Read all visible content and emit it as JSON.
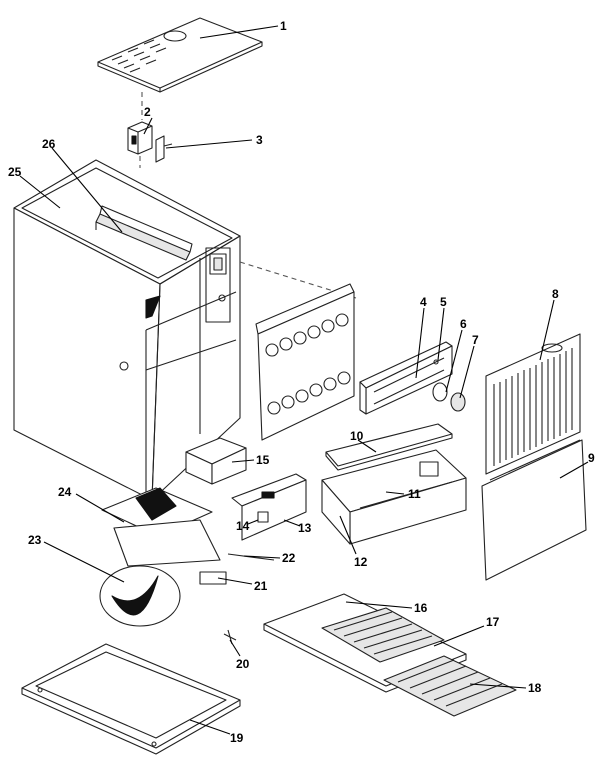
{
  "diagram": {
    "callouts": [
      {
        "id": "1",
        "text": "1"
      },
      {
        "id": "2",
        "text": "2"
      },
      {
        "id": "3",
        "text": "3"
      },
      {
        "id": "4",
        "text": "4"
      },
      {
        "id": "5",
        "text": "5"
      },
      {
        "id": "6",
        "text": "6"
      },
      {
        "id": "7",
        "text": "7"
      },
      {
        "id": "8",
        "text": "8"
      },
      {
        "id": "9",
        "text": "9"
      },
      {
        "id": "10",
        "text": "10"
      },
      {
        "id": "11",
        "text": "11"
      },
      {
        "id": "12",
        "text": "12"
      },
      {
        "id": "13",
        "text": "13"
      },
      {
        "id": "14",
        "text": "14"
      },
      {
        "id": "15",
        "text": "15"
      },
      {
        "id": "16",
        "text": "16"
      },
      {
        "id": "17",
        "text": "17"
      },
      {
        "id": "18",
        "text": "18"
      },
      {
        "id": "19",
        "text": "19"
      },
      {
        "id": "20",
        "text": "20"
      },
      {
        "id": "21",
        "text": "21"
      },
      {
        "id": "22",
        "text": "22"
      },
      {
        "id": "23",
        "text": "23"
      },
      {
        "id": "24",
        "text": "24"
      },
      {
        "id": "25",
        "text": "25"
      },
      {
        "id": "26",
        "text": "26"
      }
    ]
  }
}
